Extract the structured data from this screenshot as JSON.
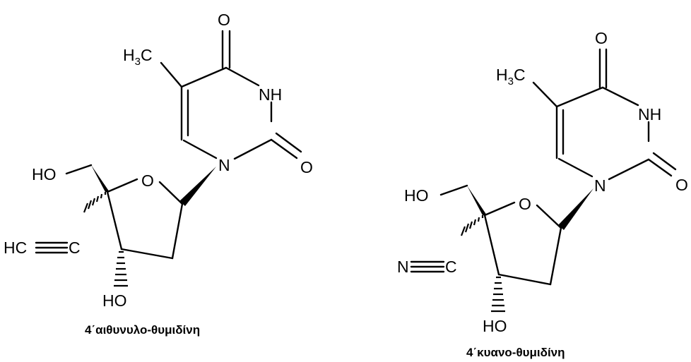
{
  "molecules": [
    {
      "caption": "4΄αιθυνυλο-θυμιδίνη",
      "atoms": {
        "o4": "O",
        "nh3": "NH",
        "o2": "O",
        "n1": "N",
        "ch3_main": "H",
        "ch3_sub": "3",
        "ch3_c": "C",
        "ring_o": "O",
        "ho5_h": "H",
        "ho5_o": "O",
        "sub_left": "HC",
        "sub_c": "C",
        "ho3_h": "H",
        "ho3_o": "O"
      }
    },
    {
      "caption": "4΄κυανο-θυμιδίνη",
      "atoms": {
        "o4": "O",
        "nh3": "NH",
        "o2": "O",
        "n1": "N",
        "ch3_main": "H",
        "ch3_sub": "3",
        "ch3_c": "C",
        "ring_o": "O",
        "ho5_h": "H",
        "ho5_o": "O",
        "sub_left": "N",
        "sub_c": "C",
        "ho3_h": "H",
        "ho3_o": "O"
      }
    }
  ]
}
